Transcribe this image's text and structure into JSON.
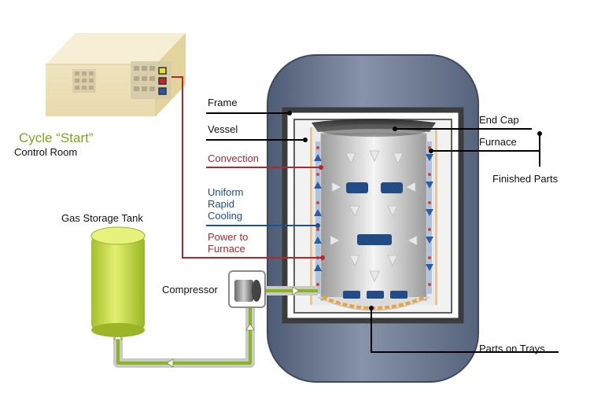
{
  "labels": {
    "cycle_start": "Cycle “Start”",
    "control_room": "Control Room",
    "frame": "Frame",
    "vessel": "Vessel",
    "convection": "Convection",
    "uniform_line1": "Uniform",
    "uniform_line2": "Rapid",
    "uniform_line3": "Cooling",
    "power_line1": "Power to",
    "power_line2": "Furnace",
    "end_cap": "End Cap",
    "furnace": "Furnace",
    "finished_parts": "Finished Parts",
    "gas_storage_tank": "Gas Storage Tank",
    "compressor": "Compressor",
    "parts_on_trays": "Parts on Trays"
  },
  "colors": {
    "power_line": "#b5262b",
    "cooling_line": "#1f4f8f",
    "cycle_start": "#7aa81c",
    "vessel_body": "#6b7a93",
    "tank": "#c8e04a",
    "pipe": "#8cb320",
    "control_room_box": "#efe3bd"
  }
}
